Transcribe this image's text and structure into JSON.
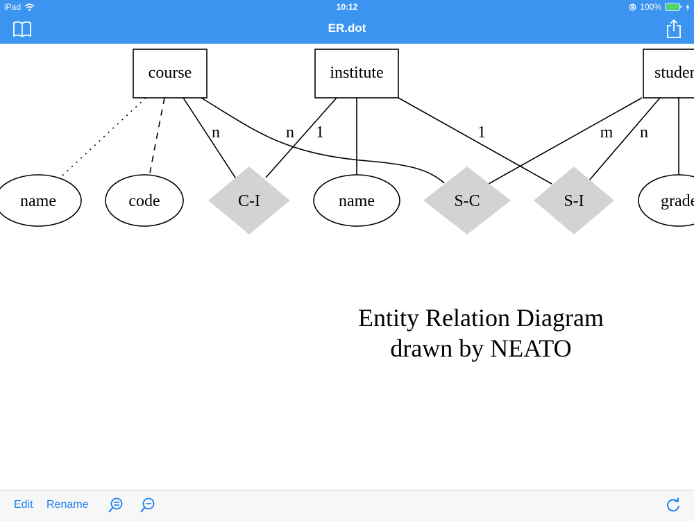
{
  "status_bar": {
    "device": "iPad",
    "time": "10:12",
    "battery": "100%"
  },
  "nav_bar": {
    "title": "ER.dot"
  },
  "diagram": {
    "entities": {
      "course": "course",
      "institute": "institute",
      "student": "student"
    },
    "attributes": {
      "course_name": "name",
      "course_code": "code",
      "institute_name": "name",
      "student_grade": "grade"
    },
    "relations": {
      "ci": "C-I",
      "sc": "S-C",
      "si": "S-I"
    },
    "edge_labels": {
      "course_ci": "n",
      "course_sc": "n",
      "institute_ci": "1",
      "institute_si": "1",
      "student_sc": "m",
      "student_si": "n"
    },
    "caption": {
      "line1": "Entity Relation Diagram",
      "line2": "drawn by NEATO"
    }
  },
  "toolbar": {
    "edit": "Edit",
    "rename": "Rename"
  },
  "colors": {
    "accent": "#3b95f0",
    "link": "#1a7ff0",
    "relation_fill": "#d3d3d3",
    "battery": "#4cd964"
  }
}
